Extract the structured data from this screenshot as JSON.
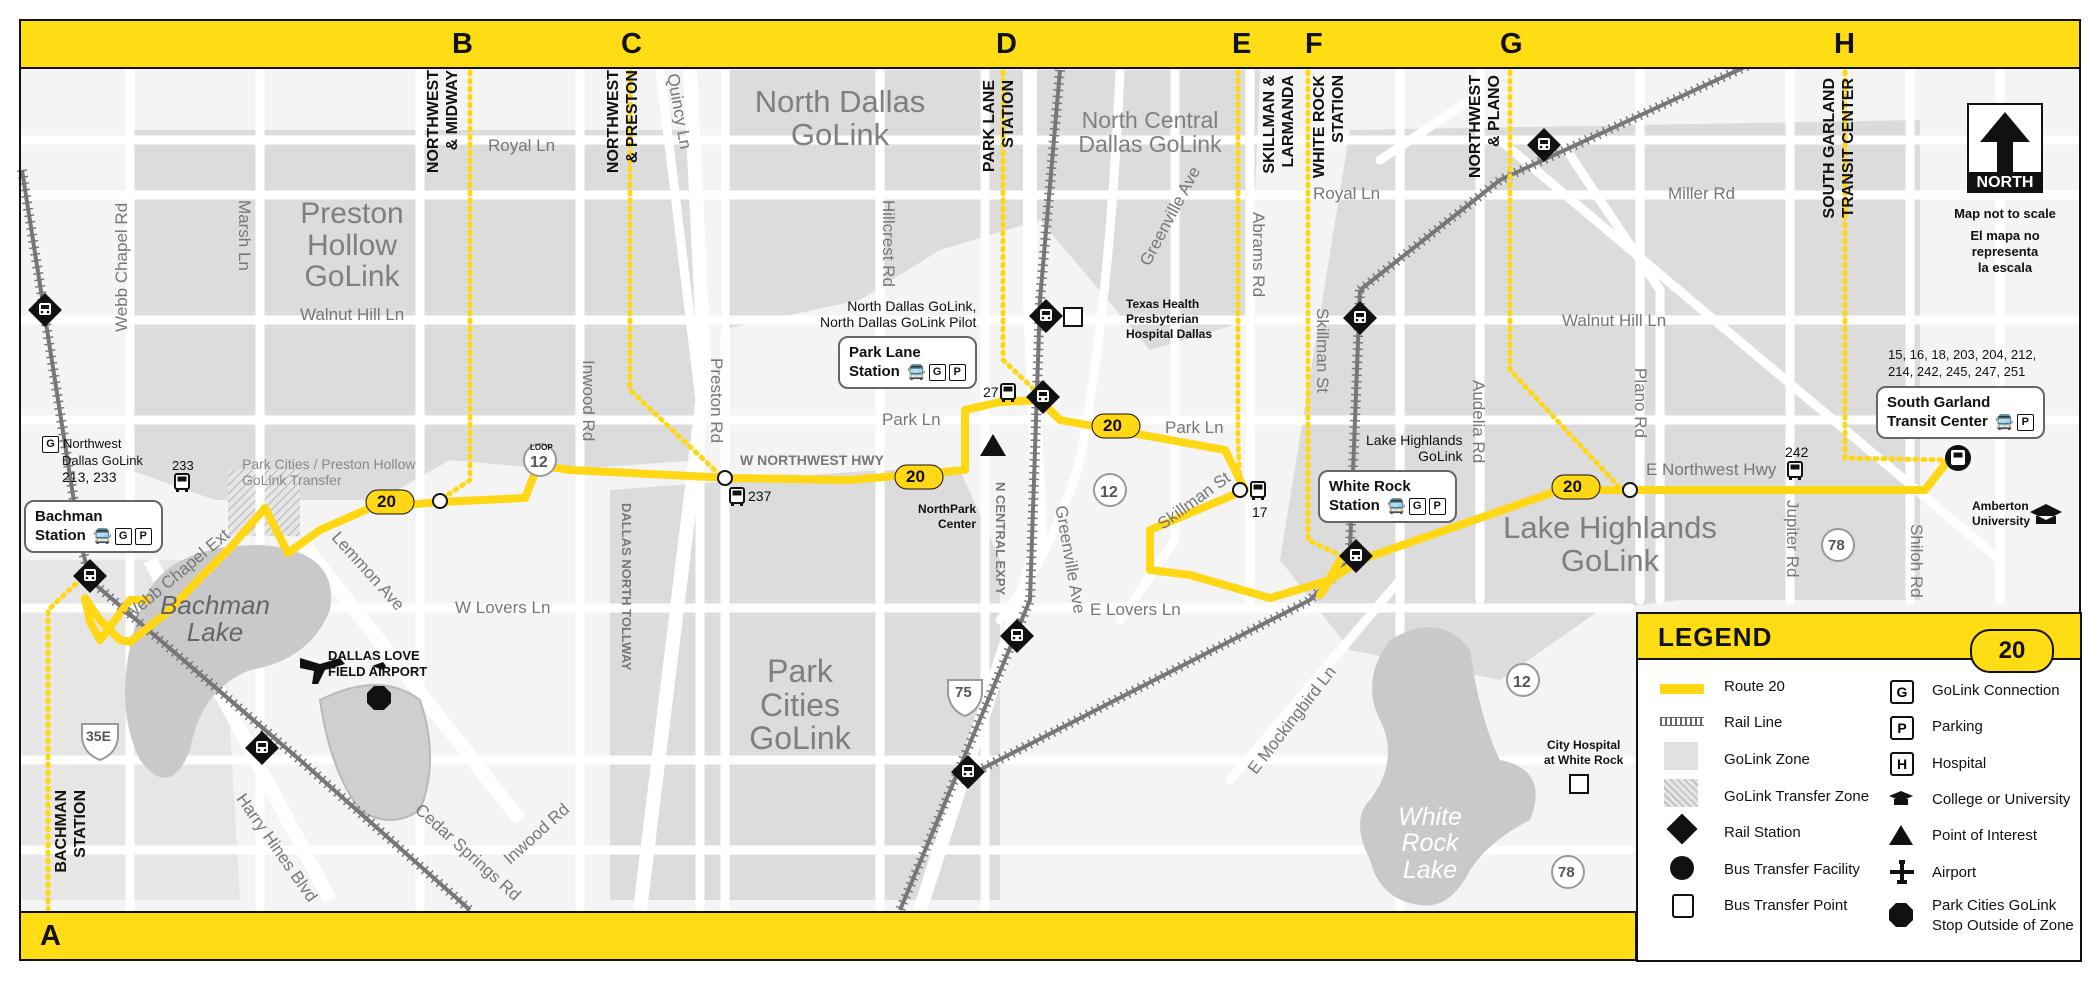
{
  "route_number": "20",
  "colors": {
    "route": "#ffd714",
    "band": "#ffdd15",
    "zone": "#d7d7d7",
    "road": "#ffffff",
    "water": "#c9c9c9"
  },
  "grid_letters": {
    "a": "A",
    "b": "B",
    "c": "C",
    "d": "D",
    "e": "E",
    "f": "F",
    "g": "G",
    "h": "H"
  },
  "timepoints": {
    "northwest_midway": [
      "NORTHWEST",
      "& MIDWAY"
    ],
    "northwest_preston": [
      "NORTHWEST",
      "& PRESTON"
    ],
    "park_lane_station": [
      "PARK LANE",
      "STATION"
    ],
    "skillman_larmanda": [
      "SKILLMAN &",
      "LARMANDA"
    ],
    "white_rock_station": [
      "WHITE ROCK",
      "STATION"
    ],
    "northwest_plano": [
      "NORTHWEST",
      "& PLANO"
    ],
    "south_garland": [
      "SOUTH GARLAND",
      "TRANSIT CENTER"
    ],
    "bachman_station": [
      "BACHMAN",
      "STATION"
    ]
  },
  "zones": {
    "north_dallas": [
      "North Dallas",
      "GoLink"
    ],
    "north_central_dallas": [
      "North Central",
      "Dallas GoLink"
    ],
    "preston_hollow": [
      "Preston",
      "Hollow",
      "GoLink"
    ],
    "park_cities": [
      "Park",
      "Cities",
      "GoLink"
    ],
    "lake_highlands": [
      "Lake Highlands",
      "GoLink"
    ],
    "bachman_lake": [
      "Bachman",
      "Lake"
    ],
    "white_rock_lake": [
      "White",
      "Rock",
      "Lake"
    ]
  },
  "streets": {
    "webb_chapel_rd": "Webb Chapel Rd",
    "marsh_ln": "Marsh Ln",
    "royal_ln_w": "Royal Ln",
    "quincy_ln": "Quincy Ln",
    "walnut_hill_w": "Walnut Hill Ln",
    "inwood_rd": "Inwood Rd",
    "preston_rd": "Preston Rd",
    "hillcrest_rd": "Hillcrest Rd",
    "park_ln_w": "Park Ln",
    "w_northwest_hwy": "W NORTHWEST HWY",
    "dallas_north_tollway": "DALLAS NORTH TOLLWAY",
    "n_central_expy": "N CENTRAL EXPY",
    "greenville_ave_n": "Greenville Ave",
    "greenville_ave_s": "Greenville Ave",
    "abrams_rd": "Abrams Rd",
    "park_ln_e": "Park Ln",
    "royal_ln_e": "Royal Ln",
    "skillman_st_n": "Skillman St",
    "skillman_st_s": "Skillman St",
    "walnut_hill_e": "Walnut Hill Ln",
    "miller_rd": "Miller Rd",
    "audelia_rd": "Audelia Rd",
    "plano_rd": "Plano Rd",
    "e_northwest_hwy": "E Northwest Hwy",
    "jupiter_rd": "Jupiter Rd",
    "shiloh_rd": "Shiloh Rd",
    "lemmon_ave": "Lemmon Ave",
    "w_lovers_ln": "W Lovers Ln",
    "e_lovers_ln": "E Lovers Ln",
    "webb_chapel_ext": "Webb Chapel Ext",
    "harry_hines": "Harry Hines Blvd",
    "cedar_springs": "Cedar Springs Rd",
    "inwood_rd_s": "Inwood Rd",
    "e_mockingbird": "E Mockingbird Ln"
  },
  "shields": {
    "loop12": "12",
    "loop_word": "LOOP",
    "i75": "75",
    "i35e": "35E",
    "sh78": "78"
  },
  "labels": {
    "northwest_dallas_golink": [
      "Northwest",
      "Dallas GoLink"
    ],
    "routes_213_233": "213, 233",
    "route_233": "233",
    "park_cities_transfer": [
      "Park Cities / Preston Hollow",
      "GoLink Transfer"
    ],
    "route_237": "237",
    "north_dallas_golink_pilot": [
      "North Dallas GoLink,",
      "North Dallas GoLink Pilot"
    ],
    "route_27": "27",
    "texas_health": [
      "Texas Health",
      "Presbyterian",
      "Hospital Dallas"
    ],
    "northpark": [
      "NorthPark",
      "Center"
    ],
    "route_17": "17",
    "lake_highlands_golink_stop": [
      "Lake Highlands",
      "GoLink"
    ],
    "route_242": "242",
    "south_garland_routes": [
      "15, 16, 18, 203, 204, 212,",
      "214, 242, 245, 247, 251"
    ],
    "amberton": [
      "Amberton",
      "University"
    ],
    "love_field": [
      "DALLAS LOVE",
      "FIELD AIRPORT"
    ],
    "city_hospital": [
      "City Hospital",
      "at White Rock"
    ]
  },
  "callouts": {
    "bachman": [
      "Bachman",
      "Station"
    ],
    "park_lane": [
      "Park Lane",
      "Station"
    ],
    "white_rock": [
      "White Rock",
      "Station"
    ],
    "south_garland": [
      "South Garland",
      "Transit Center"
    ]
  },
  "route_badges": [
    "20",
    "20",
    "20",
    "20"
  ],
  "north_arrow": {
    "label": "NORTH",
    "note_en": "Map not to scale",
    "note_es": [
      "El mapa no",
      "representa",
      "la escala"
    ]
  },
  "legend": {
    "title": "LEGEND",
    "items": [
      {
        "label": "Route 20",
        "icon": "route-line"
      },
      {
        "label": "Rail Line",
        "icon": "rail-line"
      },
      {
        "label": "GoLink Zone",
        "icon": "zone-swatch"
      },
      {
        "label": "GoLink Transfer Zone",
        "icon": "hatched-swatch"
      },
      {
        "label": "Rail Station",
        "icon": "rail-station-icon"
      },
      {
        "label": "Bus Transfer Facility",
        "icon": "bus-facility-icon"
      },
      {
        "label": "Bus Transfer Point",
        "icon": "bus-icon"
      },
      {
        "label": "GoLink Connection",
        "icon": "golink-icon"
      },
      {
        "label": "Parking",
        "icon": "parking-icon"
      },
      {
        "label": "Hospital",
        "icon": "hospital-icon"
      },
      {
        "label": "College or University",
        "icon": "graduation-cap-icon"
      },
      {
        "label": "Point of Interest",
        "icon": "triangle-icon"
      },
      {
        "label": "Airport",
        "icon": "airplane-icon"
      },
      {
        "label": "Park Cities GoLink Stop Outside of Zone",
        "lines": [
          "Park Cities GoLink",
          "Stop Outside of Zone"
        ],
        "icon": "octagon-icon"
      }
    ]
  }
}
